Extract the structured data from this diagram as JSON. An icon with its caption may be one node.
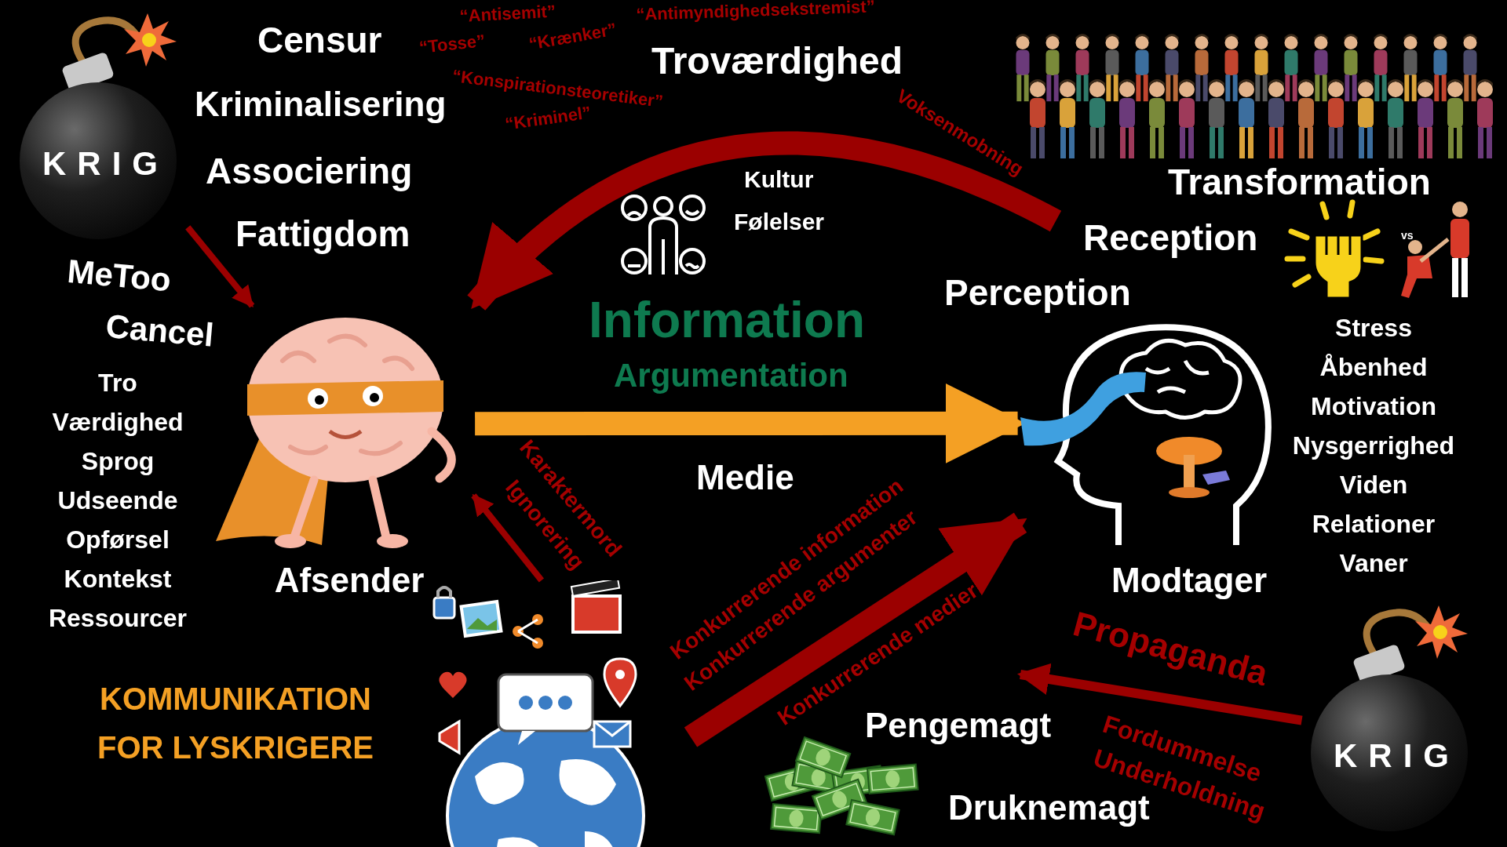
{
  "diagram": {
    "nodes": [
      {
        "text": [
          "KRIG"
        ]
      },
      {
        "text": [
          "Afsender"
        ]
      },
      {
        "text": [
          "Modtager"
        ]
      },
      {
        "text": [
          "KRIG"
        ]
      },
      {
        "text": [],
        "shape": "picture"
      }
    ],
    "edges": [
      {
        "from": 0,
        "to": 1,
        "arrow": "to"
      },
      {
        "from": 1,
        "to": 2,
        "arrow": "to",
        "style": "thick",
        "color": "#f4a024"
      },
      {
        "from": 4,
        "to": 1,
        "arrow": "to"
      },
      {
        "from": null,
        "to": 2,
        "arrow": "to",
        "style": "thick"
      },
      {
        "from": 3,
        "to": null,
        "arrow": "to"
      },
      {
        "from": null,
        "to": 1,
        "arrow": "to",
        "style": "thick"
      }
    ],
    "labels": [
      "Censur",
      "“Antisemit”",
      "“Antimyndighedsekstremist”",
      "“Tosse”",
      "“Krænker”",
      "Troværdighed",
      "Kriminalisering",
      "“Konspirationsteoretiker”",
      "“Kriminel”",
      "Voksenmobning",
      "Associering",
      "Transformation",
      "Kultur",
      "Fattigdom",
      "Følelser",
      "Reception",
      "vs",
      "MeToo",
      "Perception",
      "Cancel",
      "Information",
      "Stress",
      "Argumentation",
      "Tro",
      "Åbenhed",
      "Værdighed",
      "Motivation",
      "Karaktermord",
      "Sprog",
      "Ignorering",
      "Nysgerrighed",
      "Medie",
      "Udseende",
      "Viden",
      "Opførsel",
      "Relationer",
      "Konkurrerende information",
      "Konkurrerende argumenter",
      "Kontekst",
      "Vaner",
      "Ressourcer",
      "Konkurrerende medier",
      "Propaganda",
      "KOMMUNIKATION FOR LYSKRIGERE",
      "Pengemagt",
      "Fordummelse",
      "Underholdning",
      "Druknemagt"
    ]
  }
}
